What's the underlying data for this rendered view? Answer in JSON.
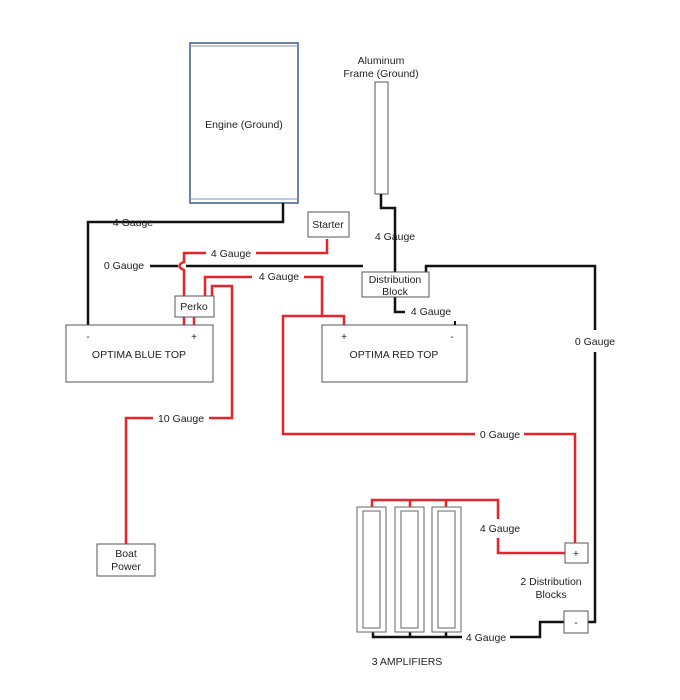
{
  "colors": {
    "positive_wire": "#e8232a",
    "ground_wire": "#111111",
    "engine_border": "#3a5b8c"
  },
  "components": {
    "engine": "Engine (Ground)",
    "frame_line1": "Aluminum",
    "frame_line2": "Frame (Ground)",
    "starter": "Starter",
    "perko": "Perko",
    "distribution_block_line1": "Distribution",
    "distribution_block_line2": "Block",
    "blue_battery": "OPTIMA BLUE TOP",
    "red_battery": "OPTIMA RED TOP",
    "battery_minus": "-",
    "battery_plus": "+",
    "boat_power_line1": "Boat",
    "boat_power_line2": "Power",
    "dist_blocks_line1": "2 Distribution",
    "dist_blocks_line2": "Blocks",
    "block_plus": "+",
    "block_minus": "-",
    "amplifiers": "3 AMPLIFIERS"
  },
  "wires": {
    "engine_to_blue_neg": "4 Gauge",
    "starter_feed": "4 Gauge",
    "frame_to_block": "4 Gauge",
    "blue_neg_to_block": "0 Gauge",
    "perko_to_red_pos": "4 Gauge",
    "block_to_red_neg": "4 Gauge",
    "block_to_amp_ground": "0 Gauge",
    "perko_to_boat_power": "10 Gauge",
    "red_pos_to_amp_block": "0 Gauge",
    "amp_positive": "4 Gauge",
    "amp_ground": "4 Gauge"
  }
}
